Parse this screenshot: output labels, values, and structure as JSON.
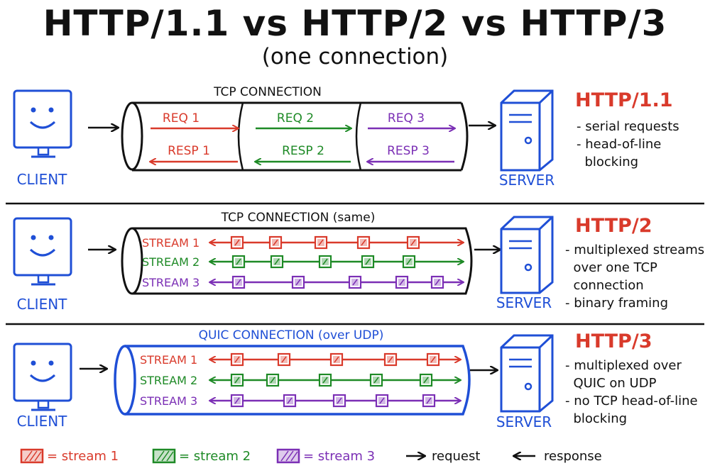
{
  "title": "HTTP/1.1 vs HTTP/2 vs HTTP/3",
  "subtitle": "(one connection)",
  "colors": {
    "stream1": "#d93a2b",
    "stream2": "#1e8a26",
    "stream3": "#7b2fb5",
    "client_server": "#1f4fd6",
    "quic": "#1f4fd6",
    "tcp": "#111111",
    "version_heading": "#d93a2b"
  },
  "icons": [
    "client-monitor-icon",
    "server-tower-icon",
    "packet-frame-icon",
    "arrow-right-icon",
    "arrow-left-icon"
  ],
  "rows": [
    {
      "client_label": "CLIENT",
      "server_label": "SERVER",
      "connection_label": "TCP CONNECTION",
      "version": "HTTP/1.1",
      "notes": [
        "- serial requests",
        "- head-of-line",
        "  blocking"
      ],
      "requests": [
        "REQ 1",
        "REQ 2",
        "REQ 3"
      ],
      "responses": [
        "RESP 1",
        "RESP 2",
        "RESP 3"
      ]
    },
    {
      "client_label": "CLIENT",
      "server_label": "SERVER",
      "connection_label": "TCP CONNECTION (same)",
      "version": "HTTP/2",
      "notes": [
        "- multiplexed streams",
        "  over one TCP",
        "  connection",
        "- binary framing"
      ],
      "streams": [
        "STREAM 1",
        "STREAM 2",
        "STREAM 3"
      ]
    },
    {
      "client_label": "CLIENT",
      "server_label": "SERVER",
      "connection_label": "QUIC CONNECTION (over UDP)",
      "version": "HTTP/3",
      "notes": [
        "- multiplexed over",
        "  QUIC on UDP",
        "- no TCP head-of-line",
        "  blocking"
      ],
      "streams": [
        "STREAM 1",
        "STREAM 2",
        "STREAM 3"
      ]
    }
  ],
  "legend": {
    "stream1": "= stream 1",
    "stream2": "= stream 2",
    "stream3": "= stream 3",
    "request": "request",
    "response": "response"
  }
}
